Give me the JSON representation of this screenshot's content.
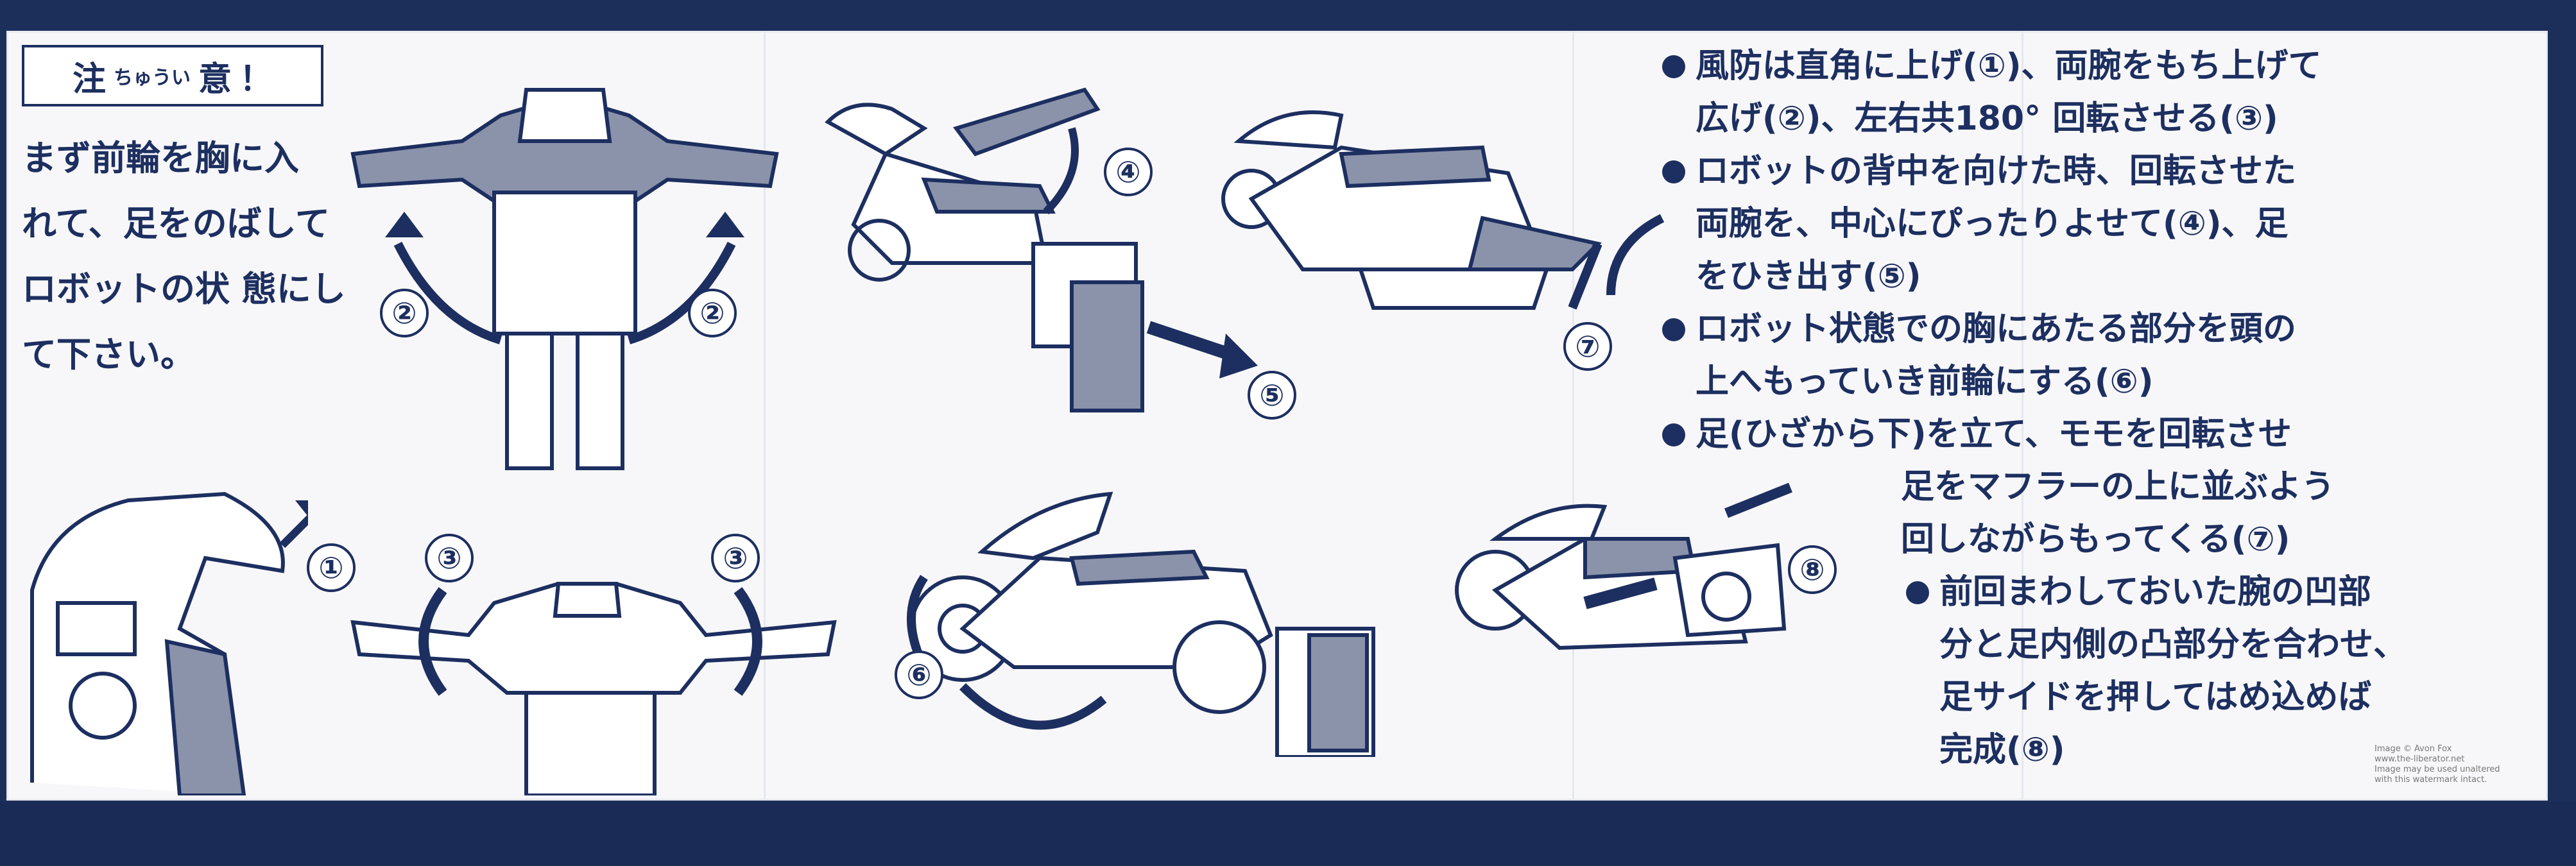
{
  "caution": {
    "char1": "注",
    "small": "ちゅうい",
    "char2": "意",
    "mark": "！"
  },
  "intro": {
    "lines": [
      "まず前輪を胸に入",
      "れて、足をのばして",
      "ロボットの状 態にし",
      "て下さい。"
    ]
  },
  "steps": [
    {
      "lines": [
        "風防は直角に上げ(①)、両腕をもち上げて",
        "広げ(②)、左右共180° 回転させる(③)"
      ]
    },
    {
      "lines": [
        "ロボットの背中を向けた時、回転させた",
        "両腕を、中心にぴったりよせて(④)、足",
        "をひき出す(⑤)"
      ]
    },
    {
      "lines": [
        "ロボット状態での胸にあたる部分を頭の",
        "上へもっていき前輪にする(⑥)"
      ]
    },
    {
      "lines": [
        "足(ひざから下)を立て、モモを回転させ",
        "足をマフラーの上に並ぶよう",
        "回しながらもってくる(⑦)"
      ]
    },
    {
      "lines": [
        "前回まわしておいた腕の凹部",
        "分と足内側の凸部分を合わせ、",
        "足サイドを押してはめ込めば",
        "完成(⑧)"
      ]
    }
  ],
  "numbers": {
    "n1": "①",
    "n2a": "②",
    "n2b": "②",
    "n3a": "③",
    "n3b": "③",
    "n4": "④",
    "n5": "⑤",
    "n6": "⑥",
    "n7": "⑦",
    "n8": "⑧"
  },
  "credit": {
    "line1": "Image © Avon Fox",
    "line2": "www.the-liberator.net",
    "line3": "Image may be used unaltered",
    "line4": "with this watermark intact."
  },
  "colors": {
    "ink": "#1d2f60",
    "paper": "#f7f7f9",
    "background": "#1c2f5b"
  }
}
